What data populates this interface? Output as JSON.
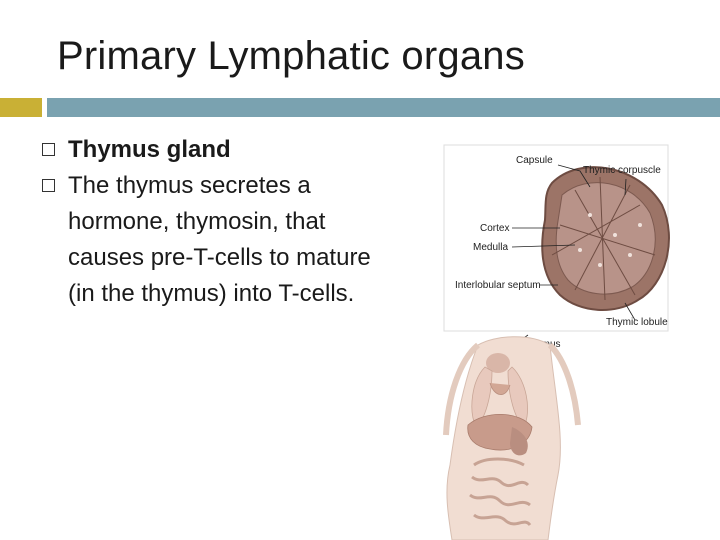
{
  "slide": {
    "title": "Primary Lymphatic organs",
    "accent_colors": {
      "gold": "#c9b035",
      "teal": "#7aa2b0"
    }
  },
  "bullets": [
    {
      "text": "Thymus gland",
      "bold": true
    },
    {
      "text": "The thymus secretes a hormone, thymosin, that causes pre-T-cells to mature (in the thymus) into T-cells.",
      "bold": false
    }
  ],
  "figure": {
    "labels": {
      "capsule": "Capsule",
      "thymic_corpuscle": "Thymic corpuscle",
      "cortex": "Cortex",
      "medulla": "Medulla",
      "interlobular_septum": "Interlobular septum",
      "thymic_lobule": "Thymic lobule",
      "thymus": "Thymus"
    }
  }
}
